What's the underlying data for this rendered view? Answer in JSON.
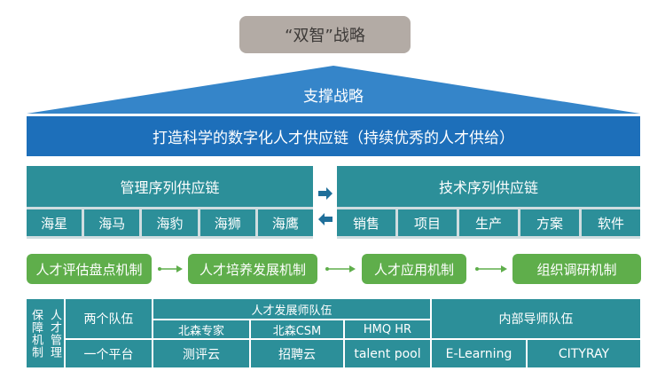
{
  "top_title": "“双智”战略",
  "roof_label": "支撑战略",
  "main_band": "打造科学的数字化人才供应链（持续优秀的人才供给）",
  "management": {
    "title": "管理序列供应链",
    "items": [
      "海星",
      "海马",
      "海豹",
      "海狮",
      "海鹰"
    ]
  },
  "technical": {
    "title": "技术序列供应链",
    "items": [
      "销售",
      "项目",
      "生产",
      "方案",
      "软件"
    ]
  },
  "mechanisms": [
    "人才评估盘点机制",
    "人才培养发展机制",
    "人才应用机制",
    "组织调研机制"
  ],
  "guarantee": {
    "side_label_1": "保障机制",
    "side_label_2": "人才管理",
    "row_label_teams": "两个队伍",
    "row_label_platform": "一个平台",
    "dev_team_header": "人才发展师队伍",
    "dev_team_items": [
      "北森专家",
      "北森CSM",
      "HMQ HR"
    ],
    "mentor_header": "内部导师队伍",
    "platform_items": [
      "测评云",
      "招聘云",
      "talent pool",
      "E-Learning",
      "CITYRAY"
    ]
  },
  "colors": {
    "teal": "#2c8f99",
    "blue": "#1d6fba",
    "green": "#5fae4b",
    "gray_title": "#b3aba5"
  }
}
